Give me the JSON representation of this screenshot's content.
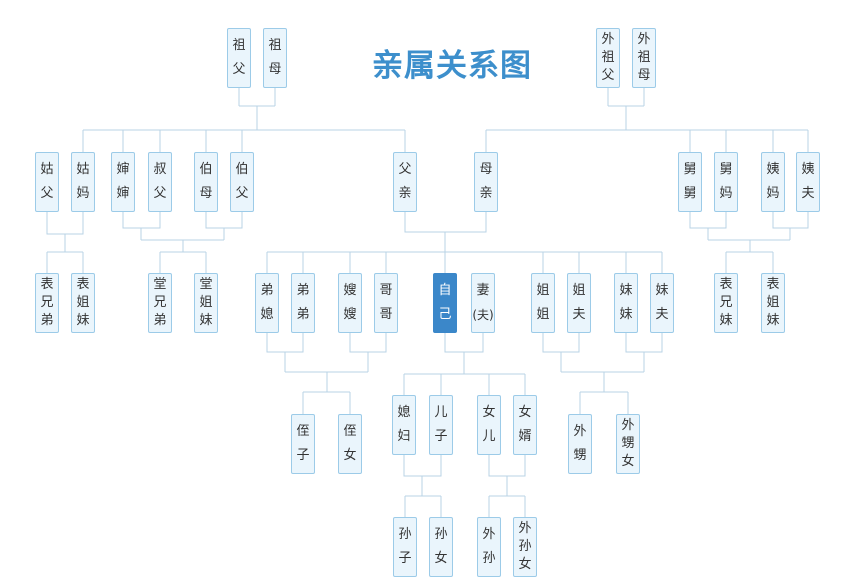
{
  "title": "亲属关系图",
  "watermark": "",
  "nodes": [
    {
      "id": "zufu",
      "chars": [
        "祖",
        "父"
      ]
    },
    {
      "id": "zumu",
      "chars": [
        "祖",
        "母"
      ]
    },
    {
      "id": "waizufu",
      "chars": [
        "外",
        "祖",
        "父"
      ]
    },
    {
      "id": "waizumu",
      "chars": [
        "外",
        "祖",
        "母"
      ]
    },
    {
      "id": "gufu",
      "chars": [
        "姑",
        "父"
      ]
    },
    {
      "id": "gumu",
      "chars": [
        "姑",
        "妈"
      ]
    },
    {
      "id": "shenshen",
      "chars": [
        "婶",
        "婶"
      ]
    },
    {
      "id": "shufu",
      "chars": [
        "叔",
        "父"
      ]
    },
    {
      "id": "bomu",
      "chars": [
        "伯",
        "母"
      ]
    },
    {
      "id": "bofu",
      "chars": [
        "伯",
        "父"
      ]
    },
    {
      "id": "fuqin",
      "chars": [
        "父",
        "亲"
      ]
    },
    {
      "id": "muqin",
      "chars": [
        "母",
        "亲"
      ]
    },
    {
      "id": "jiujiu",
      "chars": [
        "舅",
        "舅"
      ]
    },
    {
      "id": "jiuma",
      "chars": [
        "舅",
        "妈"
      ]
    },
    {
      "id": "yima",
      "chars": [
        "姨",
        "妈"
      ]
    },
    {
      "id": "yifu",
      "chars": [
        "姨",
        "夫"
      ]
    },
    {
      "id": "biaoxiongdi1",
      "chars": [
        "表",
        "兄",
        "弟"
      ]
    },
    {
      "id": "biaojiemei1",
      "chars": [
        "表",
        "姐",
        "妹"
      ]
    },
    {
      "id": "tangxiongdi",
      "chars": [
        "堂",
        "兄",
        "弟"
      ]
    },
    {
      "id": "tangjiemei",
      "chars": [
        "堂",
        "姐",
        "妹"
      ]
    },
    {
      "id": "dixi",
      "chars": [
        "弟",
        "媳"
      ]
    },
    {
      "id": "didi",
      "chars": [
        "弟",
        "弟"
      ]
    },
    {
      "id": "saosao",
      "chars": [
        "嫂",
        "嫂"
      ]
    },
    {
      "id": "gege",
      "chars": [
        "哥",
        "哥"
      ]
    },
    {
      "id": "ziji",
      "chars": [
        "自",
        "己"
      ],
      "self": true
    },
    {
      "id": "qi",
      "chars": [
        "妻",
        "(夫)"
      ]
    },
    {
      "id": "jiejie",
      "chars": [
        "姐",
        "姐"
      ]
    },
    {
      "id": "jiefu",
      "chars": [
        "姐",
        "夫"
      ]
    },
    {
      "id": "meimei",
      "chars": [
        "妹",
        "妹"
      ]
    },
    {
      "id": "meifu",
      "chars": [
        "妹",
        "夫"
      ]
    },
    {
      "id": "biaoxiongmei2",
      "chars": [
        "表",
        "兄",
        "妹"
      ]
    },
    {
      "id": "biaojiemei2",
      "chars": [
        "表",
        "姐",
        "妹"
      ]
    },
    {
      "id": "zhizi",
      "chars": [
        "侄",
        "子"
      ]
    },
    {
      "id": "zhinv",
      "chars": [
        "侄",
        "女"
      ]
    },
    {
      "id": "xifu",
      "chars": [
        "媳",
        "妇"
      ]
    },
    {
      "id": "erzi",
      "chars": [
        "儿",
        "子"
      ]
    },
    {
      "id": "nver",
      "chars": [
        "女",
        "儿"
      ]
    },
    {
      "id": "nvxu",
      "chars": [
        "女",
        "婿"
      ]
    },
    {
      "id": "waisheng",
      "chars": [
        "外",
        "甥"
      ]
    },
    {
      "id": "waishengnv",
      "chars": [
        "外",
        "甥",
        "女"
      ]
    },
    {
      "id": "sunzi",
      "chars": [
        "孙",
        "子"
      ]
    },
    {
      "id": "sunnv",
      "chars": [
        "孙",
        "女"
      ]
    },
    {
      "id": "waisun",
      "chars": [
        "外",
        "孙"
      ]
    },
    {
      "id": "waisunnv",
      "chars": [
        "外",
        "孙",
        "女"
      ]
    }
  ]
}
